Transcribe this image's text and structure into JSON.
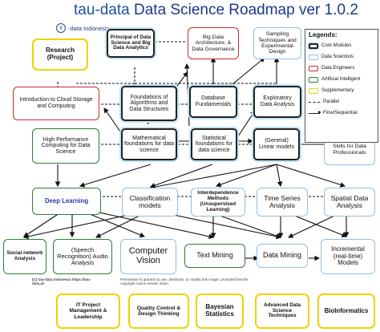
{
  "header": {
    "brand": "tau-data",
    "title_rest": "Data Science Roadmap ver 1.0.2",
    "logo_text": "-data Indonesia",
    "logo_mark": "τ"
  },
  "legend": {
    "title": "Legends:",
    "items": [
      {
        "label": "Core Modules",
        "kind": "core"
      },
      {
        "label": "Data Scientists",
        "kind": "ds"
      },
      {
        "label": "Data Engineers",
        "kind": "de"
      },
      {
        "label": "Artificial Intelligent",
        "kind": "ai"
      },
      {
        "label": "Supplementary",
        "kind": "sup"
      },
      {
        "label": "Parallel",
        "kind": "dash"
      },
      {
        "label": "Flow/Sequential",
        "kind": "solid"
      }
    ]
  },
  "nodes": {
    "research": "Research (Project)",
    "principal": "Principal of Data Science and Big Data Analytics",
    "bigdata_arch": "Big Data Architecture, & Data Governance",
    "sampling": "Sampling Techniques and Experimental Design",
    "cloud": "Introduction to Cloud Storage and Computing",
    "foundations_algo": "Foundations of Algorithms and Data Structures",
    "db_fund": "Database Fundamentals",
    "eda": "Exploratory Data Analysis",
    "hpc": "High Performance Computing for Data Science",
    "math_found": "Mathematical foundations for data science",
    "stat_found": "Statistical foundations for data science",
    "linear": "(General) Linear models",
    "softskills": "Fundamental Soft Skills for Data Professionals",
    "deep_learning": "Deep Learning",
    "classification": "Classification models",
    "interdependence": "Interdependence Methods (Unsupervised Learning)",
    "timeseries": "Time Series Analysis",
    "spatial": "Spatial Data Analysis",
    "social": "Social network Analysis",
    "speech": "(Speech Recognition) Audio Analysis",
    "cv": "Computer Vision",
    "textmining": "Text Mining",
    "datamining": "Data Mining",
    "incremental": "Incremental (real-time) Models",
    "itpm": "IT Project Management & Leadership",
    "qc": "Quality Control & Design Thinking",
    "bayes": "Bayesian Statistics",
    "advanced_ds": "Advanced Data Science Techniques",
    "bio": "BioInformatics"
  },
  "footnote": {
    "copyright": "(C) tau-data Indonesia https://tau-data.id",
    "permission": "Permission is granted to use, distribute, or modify this image, provided that the copyright notice remain intact."
  },
  "colors": {
    "core_border": "#222222",
    "core_glow": "#bfe3f7",
    "data_scientists": "#8fbfe0",
    "data_engineers": "#c92b2b",
    "artificial_intelligent": "#2e7d32",
    "supplementary": "#f2d000",
    "title": "#1a3a8a"
  }
}
